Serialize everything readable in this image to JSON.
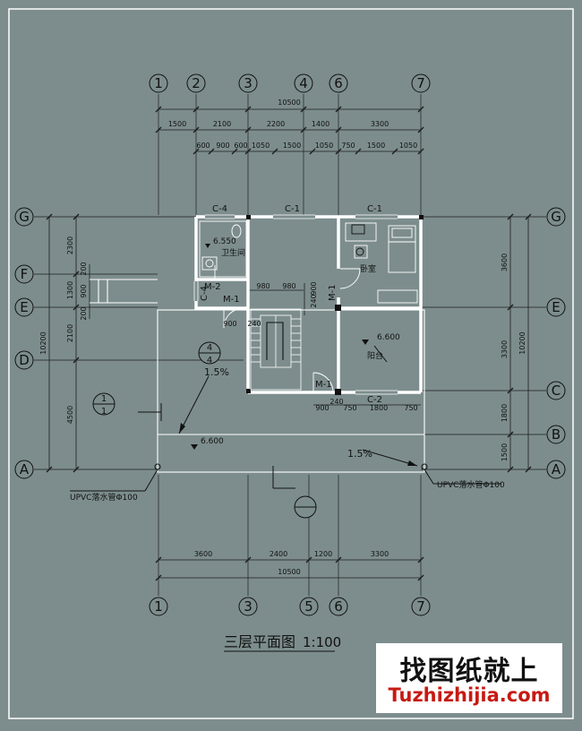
{
  "drawing": {
    "title": "三层平面图",
    "scale": "1:100",
    "axes_top": [
      "1",
      "2",
      "3",
      "4",
      "6",
      "7"
    ],
    "axes_bottom": [
      "1",
      "3",
      "5",
      "6",
      "7"
    ],
    "axes_left": [
      "G",
      "F",
      "E",
      "D",
      "A"
    ],
    "axes_right": [
      "G",
      "E",
      "C",
      "B",
      "A"
    ],
    "dims_top_total": "10500",
    "dims_top_row1": [
      "1500",
      "2100",
      "2200",
      "1400",
      "3300"
    ],
    "dims_top_row2": [
      "600",
      "900",
      "600",
      "1050",
      "1500",
      "1050",
      "750",
      "1500",
      "1050"
    ],
    "dims_bottom_row": [
      "3600",
      "2400",
      "1200",
      "3300"
    ],
    "dims_bottom_total": "10500",
    "dims_left_outer": "10200",
    "dims_left_inner": [
      "2300",
      "1300",
      "2100",
      "4500"
    ],
    "dims_left_small": [
      "200",
      "900",
      "200"
    ],
    "dims_right_outer": "10200",
    "dims_right_inner": [
      "3600",
      "3300",
      "1800",
      "1500"
    ],
    "dims_mid_stair": [
      "980",
      "980"
    ],
    "dims_mid_vert": [
      "240",
      "900",
      "240"
    ],
    "dims_lower": [
      "900",
      "240",
      "750",
      "1800",
      "750"
    ],
    "windows": [
      "C-4",
      "C-1",
      "C-1",
      "C-4",
      "C-2"
    ],
    "doors": [
      "M-2",
      "M-1",
      "M-1",
      "M-1"
    ],
    "rooms": {
      "bathroom": "卫生间",
      "bedroom": "卧室",
      "balcony": "阳台"
    },
    "elevations": [
      "6.550",
      "6.600",
      "6.600"
    ],
    "slopes": [
      "1.5%",
      "1.5%"
    ],
    "details": [
      "4",
      "4",
      "1",
      "1"
    ],
    "pipes": [
      "UPVC落水管Φ100",
      "UPVC落水管Φ100"
    ]
  },
  "watermark": {
    "cn": "找图纸就上",
    "en": "Tuzhizhijia.com"
  },
  "colors": {
    "background": "#7d8d8d",
    "line": "#ffffff",
    "wall": "#ffffff",
    "text": "#000000",
    "brand": "#c61a12"
  }
}
